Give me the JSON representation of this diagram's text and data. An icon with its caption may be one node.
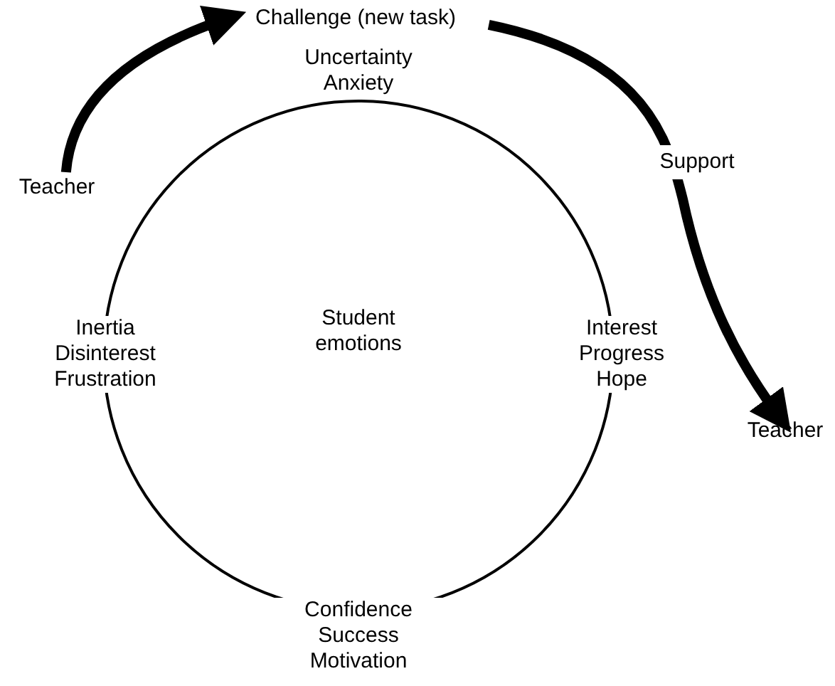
{
  "diagram": {
    "nodes": [
      {
        "text": [
          "Challenge (new task)"
        ]
      },
      {
        "text": [
          "Teacher"
        ]
      },
      {
        "text": [
          "Teacher"
        ]
      },
      {
        "text": [
          "Student emotions"
        ]
      }
    ],
    "edges": [
      {
        "from": 1,
        "to": 0,
        "arrow": "to"
      },
      {
        "from": 0,
        "to": 2,
        "arrow": "to",
        "label": "Support"
      }
    ],
    "labels": [
      "Uncertainty Anxiety",
      "Inertia Disinterest Frustration",
      "Interest Progress Hope",
      "Confidence Success Motivation"
    ]
  }
}
